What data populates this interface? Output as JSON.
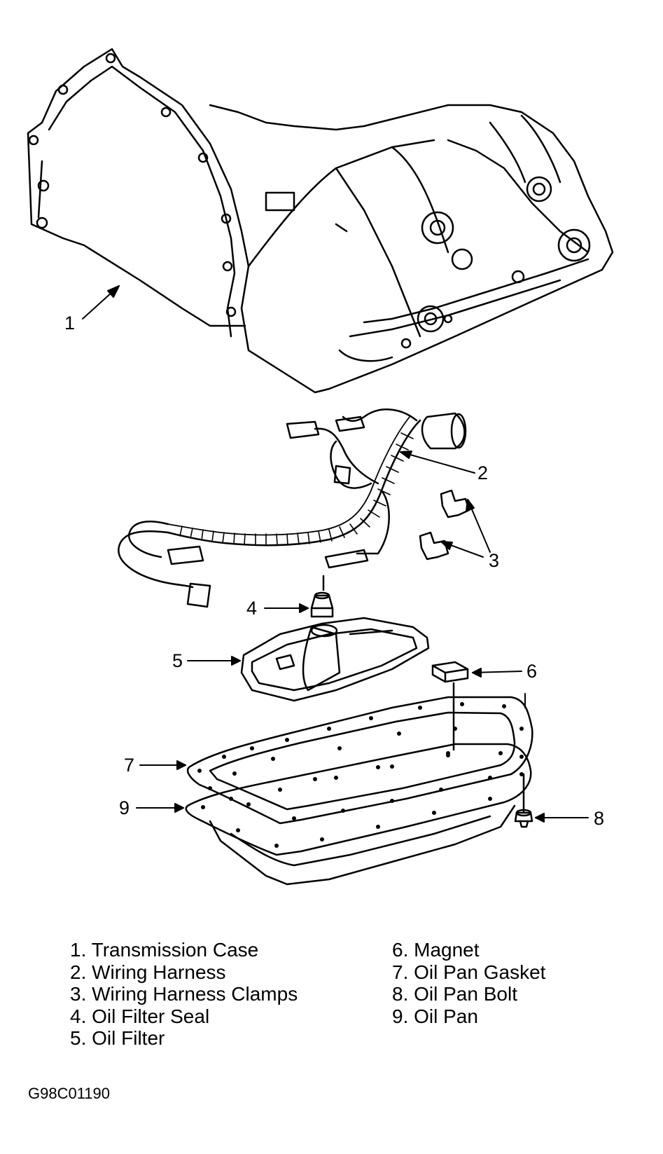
{
  "callouts": [
    "1",
    "2",
    "3",
    "4",
    "5",
    "6",
    "7",
    "8",
    "9"
  ],
  "legend": {
    "left": [
      "1. Transmission Case",
      "2. Wiring Harness",
      "3. Wiring Harness Clamps",
      "4. Oil Filter Seal",
      "5. Oil Filter"
    ],
    "right": [
      "6. Magnet",
      "7. Oil Pan Gasket",
      "8. Oil Pan Bolt",
      "9. Oil Pan"
    ]
  },
  "figure_id": "G98C01190",
  "colors": {
    "line": "#000000",
    "background": "#ffffff"
  }
}
